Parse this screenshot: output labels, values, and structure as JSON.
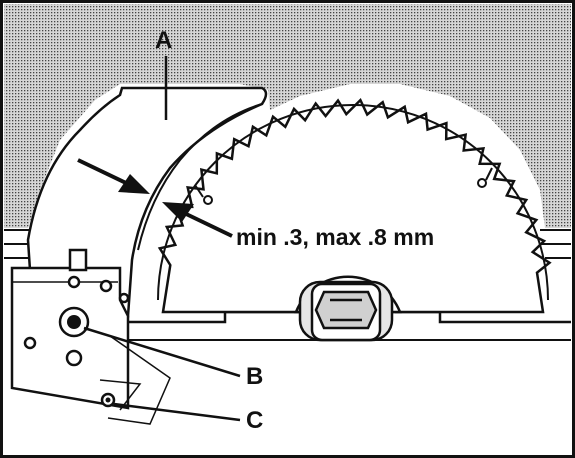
{
  "labels": {
    "a": "A",
    "b": "B",
    "c": "C",
    "clearance": "min .3, max .8 mm"
  },
  "parts": {
    "a": "riving-knife-icon",
    "b": "adjusting-screw-icon",
    "c": "locking-screw-icon"
  },
  "colors": {
    "ink": "#111111",
    "background": "#ffffff",
    "shading": "#c8c8c8"
  }
}
